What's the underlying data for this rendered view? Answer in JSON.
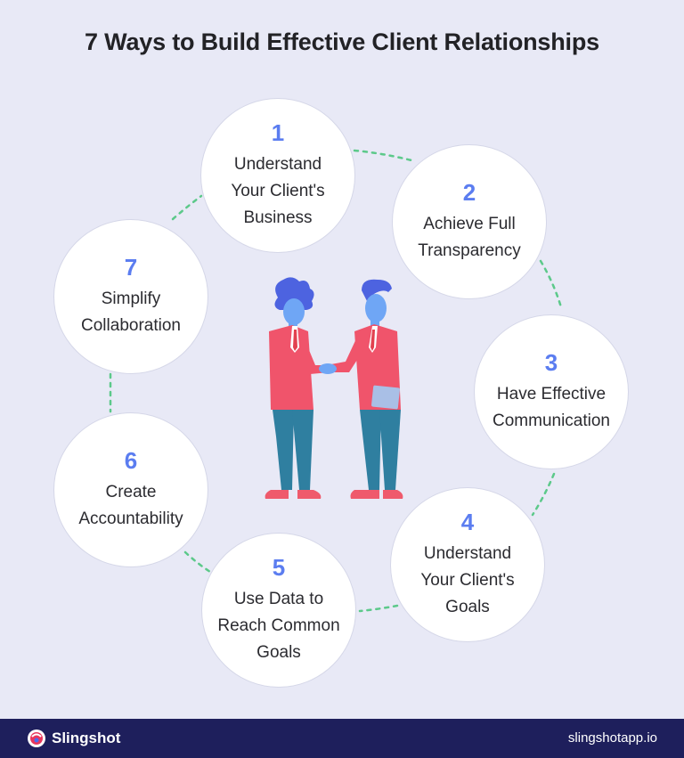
{
  "title": "7 Ways to Build Effective Client Relationships",
  "steps": [
    {
      "num": "1",
      "label": "Understand\nYour Client's\nBusiness"
    },
    {
      "num": "2",
      "label": "Achieve Full\nTransparency"
    },
    {
      "num": "3",
      "label": "Have Effective\nCommunication"
    },
    {
      "num": "4",
      "label": "Understand\nYour Client's\nGoals"
    },
    {
      "num": "5",
      "label": "Use Data to\nReach Common\nGoals"
    },
    {
      "num": "6",
      "label": "Create\nAccountability"
    },
    {
      "num": "7",
      "label": "Simplify\nCollaboration"
    }
  ],
  "footer": {
    "brand": "Slingshot",
    "site": "slingshotapp.io"
  },
  "colors": {
    "background": "#e8e9f6",
    "accent_number": "#5b7df0",
    "connector": "#5cc98a",
    "footer": "#1e1f5c",
    "jacket": "#f0546b",
    "pants": "#2f7fa0",
    "skin": "#6fa6f5"
  }
}
